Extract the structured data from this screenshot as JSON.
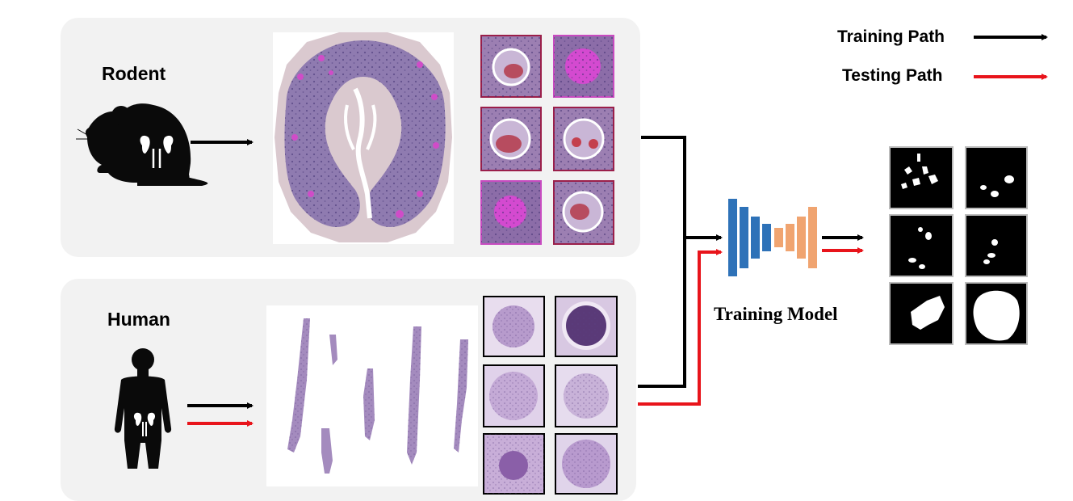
{
  "rodent_label": "Rodent",
  "human_label": "Human",
  "model_label": "Training Model",
  "legend": {
    "training": "Training Path",
    "testing": "Testing Path"
  },
  "colors": {
    "training_path": "#000000",
    "testing_path": "#e8141b",
    "panel_bg": "#f2f2f2",
    "encoder": "#2e72b8",
    "decoder": "#f0a470",
    "rodent_tissue": "#8f7bb0",
    "human_tissue": "#a48bbe"
  },
  "icons": [
    "mouse-silhouette-icon",
    "kidney-icon",
    "human-silhouette-icon"
  ]
}
